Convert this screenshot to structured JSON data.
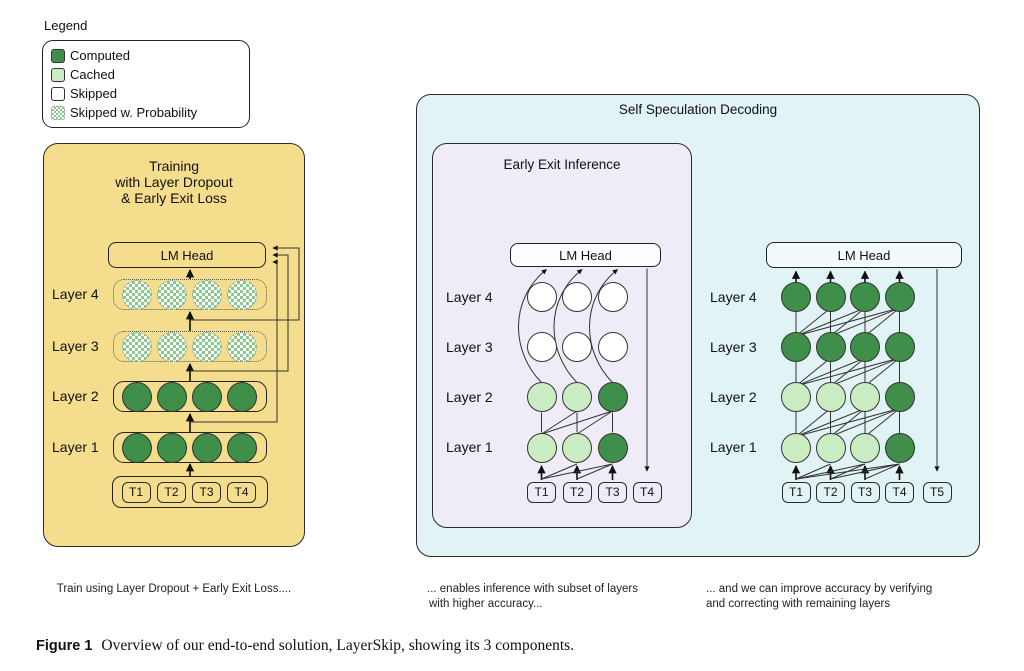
{
  "colors": {
    "computed": "#3f8e49",
    "cached": "#c9ecc2",
    "skipped": "#ffffff",
    "hatch": "#8cc98c",
    "panel_training": "#f5dd8e",
    "panel_speculation": "#e2f3f6",
    "panel_early_exit": "#efecf8"
  },
  "legend": {
    "title": "Legend",
    "items": [
      {
        "label": "Computed",
        "state": "computed"
      },
      {
        "label": "Cached",
        "state": "cached"
      },
      {
        "label": "Skipped",
        "state": "skipped"
      },
      {
        "label": "Skipped w. Probability",
        "state": "skipped_prob"
      }
    ]
  },
  "panels": {
    "training": {
      "title_lines": [
        "Training",
        "with Layer Dropout",
        "& Early Exit Loss"
      ],
      "lm_head": "LM Head",
      "layers": [
        {
          "label": "Layer 4",
          "states": [
            "skipped_prob",
            "skipped_prob",
            "skipped_prob",
            "skipped_prob"
          ]
        },
        {
          "label": "Layer 3",
          "states": [
            "skipped_prob",
            "skipped_prob",
            "skipped_prob",
            "skipped_prob"
          ]
        },
        {
          "label": "Layer 2",
          "states": [
            "computed",
            "computed",
            "computed",
            "computed"
          ]
        },
        {
          "label": "Layer 1",
          "states": [
            "computed",
            "computed",
            "computed",
            "computed"
          ]
        }
      ],
      "tokens": [
        "T1",
        "T2",
        "T3",
        "T4"
      ],
      "caption": "Train using Layer Dropout + Early Exit Loss...."
    },
    "early_exit": {
      "title": "Early Exit Inference",
      "lm_head": "LM Head",
      "layers": [
        {
          "label": "Layer 4",
          "states": [
            "skipped",
            "skipped",
            "skipped"
          ]
        },
        {
          "label": "Layer 3",
          "states": [
            "skipped",
            "skipped",
            "skipped"
          ]
        },
        {
          "label": "Layer 2",
          "states": [
            "cached",
            "cached",
            "computed"
          ]
        },
        {
          "label": "Layer 1",
          "states": [
            "cached",
            "cached",
            "computed"
          ]
        }
      ],
      "tokens": [
        "T1",
        "T2",
        "T3",
        "T4"
      ],
      "caption_lines": [
        "... enables inference with subset of layers",
        "with higher accuracy..."
      ]
    },
    "speculation": {
      "title": "Self Speculation Decoding",
      "lm_head": "LM Head",
      "layers": [
        {
          "label": "Layer 4",
          "states": [
            "computed",
            "computed",
            "computed",
            "computed"
          ]
        },
        {
          "label": "Layer 3",
          "states": [
            "computed",
            "computed",
            "computed",
            "computed"
          ]
        },
        {
          "label": "Layer 2",
          "states": [
            "cached",
            "cached",
            "cached",
            "computed"
          ]
        },
        {
          "label": "Layer 1",
          "states": [
            "cached",
            "cached",
            "cached",
            "computed"
          ]
        }
      ],
      "tokens": [
        "T1",
        "T2",
        "T3",
        "T4",
        "T5"
      ],
      "caption_lines": [
        "... and we can improve accuracy by verifying",
        "and correcting with remaining layers"
      ]
    }
  },
  "figure_caption": {
    "label": "Figure 1",
    "text": "Overview of our end-to-end solution, LayerSkip, showing its 3 components."
  }
}
